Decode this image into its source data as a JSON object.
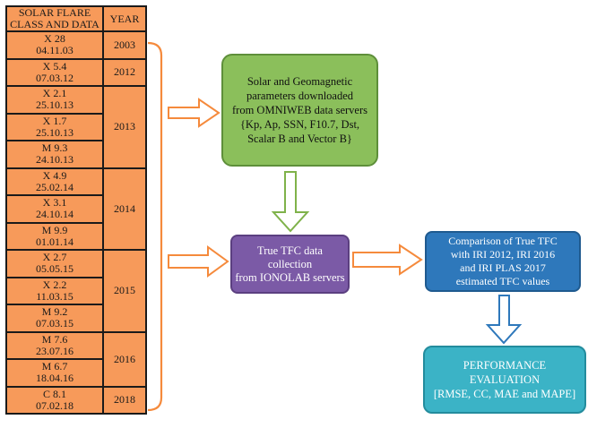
{
  "table": {
    "header_col1": "SOLAR FLARE\nCLASS AND DATA",
    "header_col2": "YEAR",
    "groups": [
      {
        "year": "2003",
        "events": [
          "X 28\n04.11.03"
        ]
      },
      {
        "year": "2012",
        "events": [
          "X 5.4\n07.03.12"
        ]
      },
      {
        "year": "2013",
        "events": [
          "X 2.1\n25.10.13",
          "X 1.7\n25.10.13",
          "M 9.3\n24.10.13"
        ]
      },
      {
        "year": "2014",
        "events": [
          "X 4.9\n25.02.14",
          "X 3.1\n24.10.14",
          "M 9.9\n01.01.14"
        ]
      },
      {
        "year": "2015",
        "events": [
          "X 2.7\n05.05.15",
          "X 2.2\n11.03.15",
          "M 9.2\n07.03.15"
        ]
      },
      {
        "year": "2016",
        "events": [
          "M 7.6\n23.07.16",
          "M 6.7\n18.04.16"
        ]
      },
      {
        "year": "2018",
        "events": [
          "C 8.1\n07.02.18"
        ]
      }
    ]
  },
  "boxes": {
    "parameters": "Solar and Geomagnetic\nparameters downloaded\nfrom OMNIWEB data servers\n{Kp, Ap, SSN, F10.7, Dst,\nScalar B and Vector B}",
    "true_tfc": "True TFC data\ncollection\nfrom IONOLAB servers",
    "comparison": "Comparison of True TFC\nwith IRI 2012, IRI 2016\nand IRI PLAS 2017\nestimated TFC values",
    "performance": "PERFORMANCE\nEVALUATION\n[RMSE, CC, MAE and MAPE]"
  },
  "colors": {
    "table_fill": "#f79a5a",
    "arrow_orange": "#f58a3c",
    "arrow_green": "#7fb24a",
    "arrow_blue": "#2e78bb",
    "box_green": "#8bbf5b",
    "box_purple": "#7b5aa6",
    "box_blue": "#2e78bb",
    "box_teal": "#3bb3c6"
  }
}
